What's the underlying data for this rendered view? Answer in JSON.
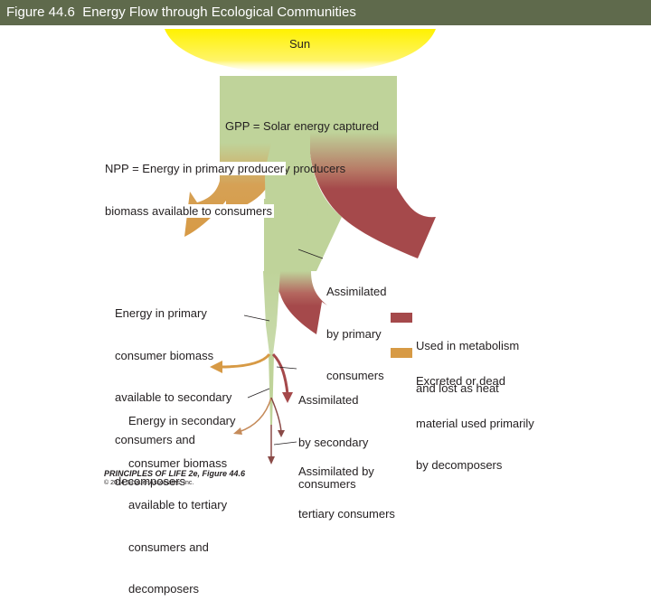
{
  "title": "Figure 44.6  Energy Flow through Ecological Communities",
  "colors": {
    "title_bar": "#5f6a4c",
    "sun": "#fff200",
    "flow_green": "#bfd39a",
    "heat_red": "#a5494b",
    "decomposer_orange": "#d79a45",
    "arrow_dark": "#8a4a47"
  },
  "sun_label": "Sun",
  "gpp": {
    "line1": "GPP = Solar energy captured",
    "line2": "by primary producers"
  },
  "npp": {
    "line1": "NPP = Energy in primary producer",
    "line2": "biomass available to consumers"
  },
  "assim_primary": {
    "line1": "Assimilated",
    "line2": "by primary",
    "line3": "consumers"
  },
  "energy_primary": {
    "line1": "Energy in primary",
    "line2": "consumer biomass",
    "line3": "available to secondary",
    "line4": "consumers and",
    "line5": "decomposers"
  },
  "assim_secondary": {
    "line1": "Assimilated",
    "line2": "by secondary",
    "line3": "consumers"
  },
  "energy_secondary": {
    "line1": "Energy in secondary",
    "line2": "consumer biomass",
    "line3": "available to tertiary",
    "line4": "consumers and",
    "line5": "decomposers"
  },
  "assim_tertiary": {
    "line1": "Assimilated by",
    "line2": "tertiary consumers"
  },
  "legend": {
    "metabolism": {
      "line1": "Used in metabolism",
      "line2": "and lost as heat"
    },
    "excreted": {
      "line1": "Excreted or dead",
      "line2": "material used primarily",
      "line3": "by decomposers"
    }
  },
  "credit": {
    "title": "PRINCIPLES OF LIFE 2e, Figure 44.6",
    "copyright": "© 2014 Sinauer Associates, Inc."
  }
}
